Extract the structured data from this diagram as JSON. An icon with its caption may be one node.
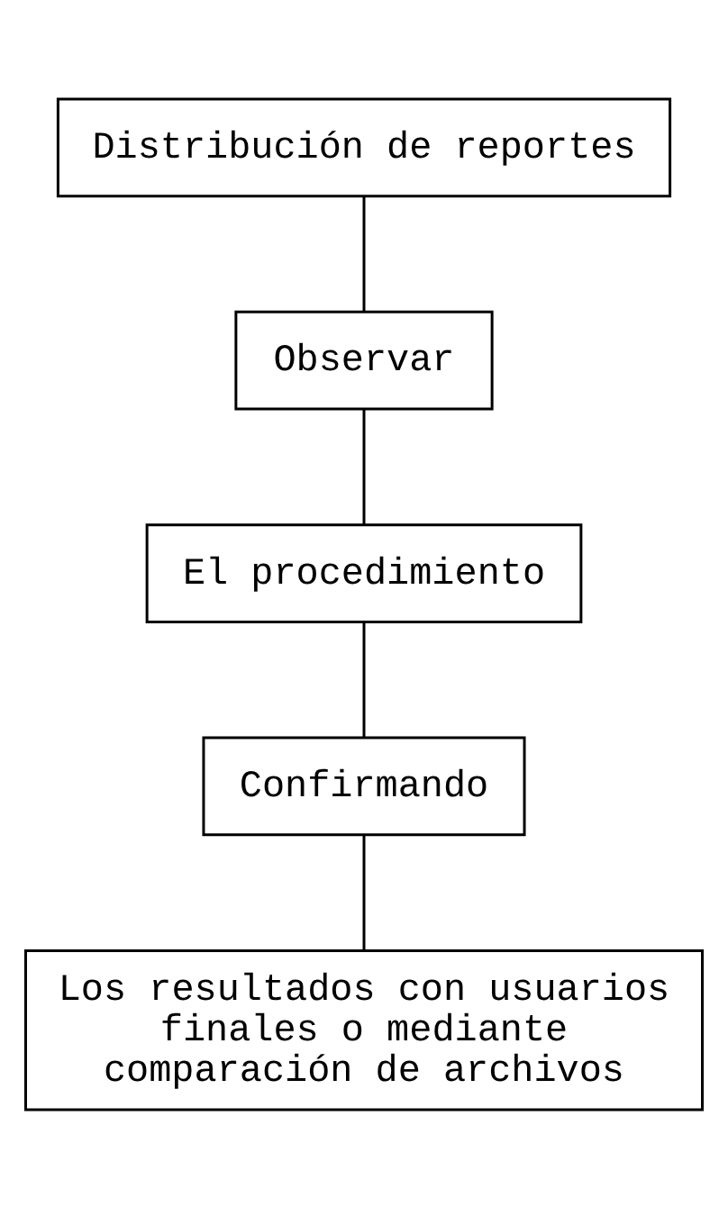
{
  "diagram": {
    "nodes": [
      {
        "text": [
          "Distribución de reportes"
        ]
      },
      {
        "text": [
          "Observar"
        ]
      },
      {
        "text": [
          "El procedimiento"
        ]
      },
      {
        "text": [
          "Confirmando"
        ]
      },
      {
        "text": [
          "Los resultados con usuarios finales o mediante comparación de archivos"
        ]
      }
    ],
    "edges": [
      {
        "from": 0,
        "to": 1,
        "arrow": "none"
      },
      {
        "from": 1,
        "to": 2,
        "arrow": "none"
      },
      {
        "from": 2,
        "to": 3,
        "arrow": "none"
      },
      {
        "from": 3,
        "to": 4,
        "arrow": "none"
      }
    ]
  }
}
